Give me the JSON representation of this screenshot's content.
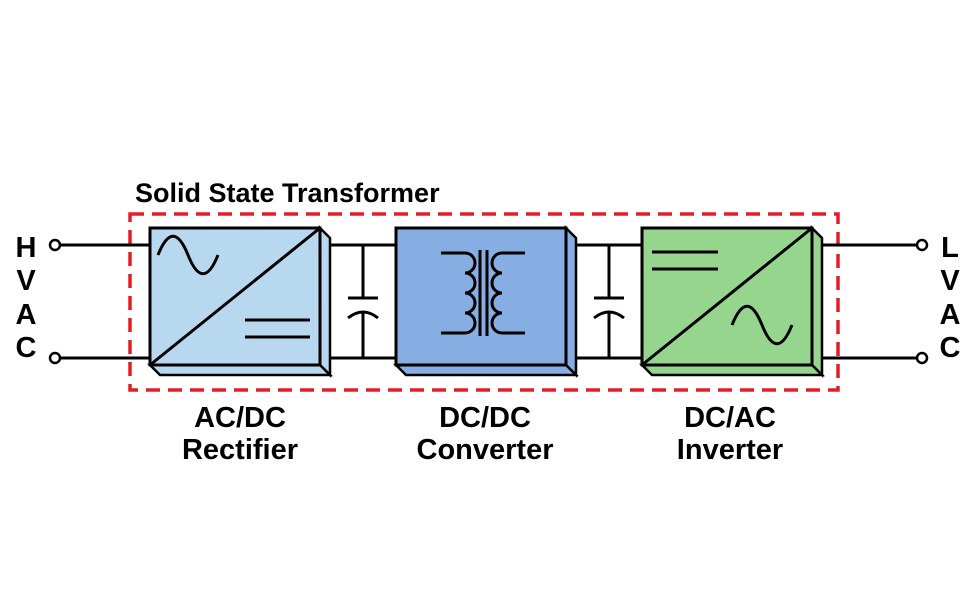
{
  "title": "Solid State Transformer",
  "input_side": {
    "letters": [
      "H",
      "V",
      "A",
      "C"
    ]
  },
  "output_side": {
    "letters": [
      "L",
      "V",
      "A",
      "C"
    ]
  },
  "blocks": [
    {
      "line1": "AC/DC",
      "line2": "Rectifier",
      "color": "#b7d8ef",
      "symbol": "ac-to-dc"
    },
    {
      "line1": "DC/DC",
      "line2": "Converter",
      "color": "#87aee2",
      "symbol": "transformer-coils"
    },
    {
      "line1": "DC/AC",
      "line2": "Inverter",
      "color": "#95d58e",
      "symbol": "dc-to-ac"
    }
  ],
  "colors": {
    "boundary": "#e41e26",
    "wire": "#000000"
  }
}
